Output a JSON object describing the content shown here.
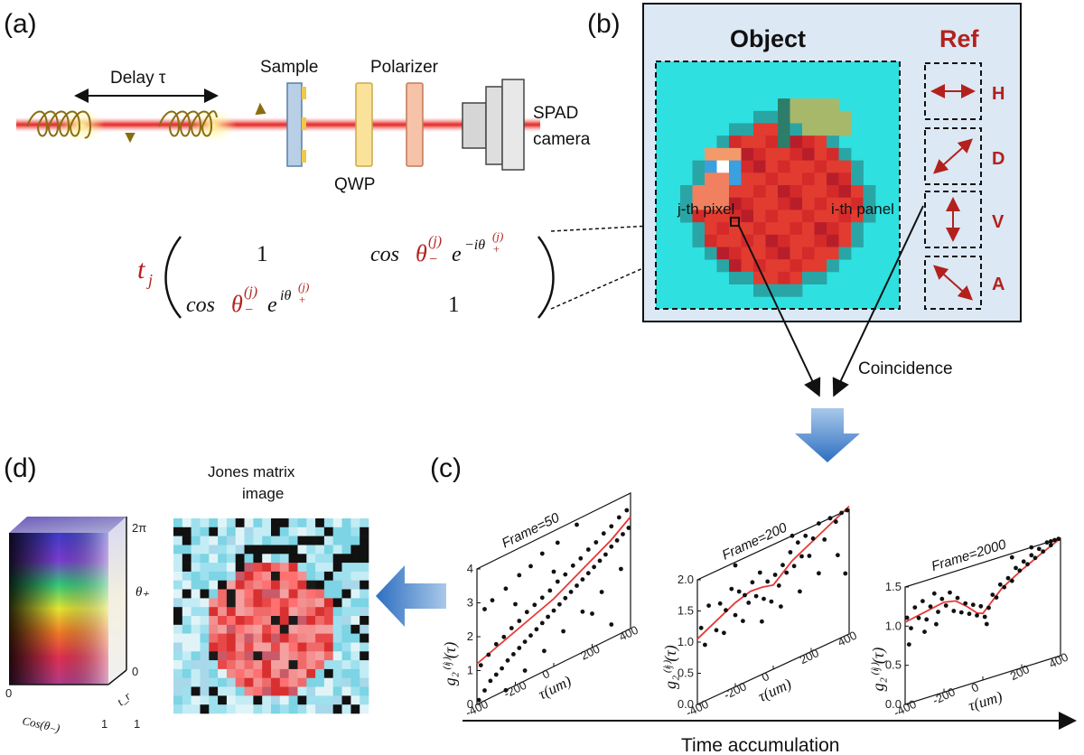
{
  "labels": {
    "a": "(a)",
    "b": "(b)",
    "c": "(c)",
    "d": "(d)"
  },
  "setup": {
    "delay": "Delay τ",
    "sample": "Sample",
    "polarizer": "Polarizer",
    "qwp": "QWP",
    "spad_line1": "SPAD",
    "spad_line2": "camera"
  },
  "matrix": {
    "tj": "t",
    "tj_sub": "j",
    "m11": "1",
    "m12_a": "cos θ",
    "m12_sub": "−",
    "m12_sup": "(j)",
    "m12_exp": "−iθ",
    "m12_exp_sub": "+",
    "m12_exp_sup": "(j)",
    "m21_a": "cos θ",
    "m21_exp": "iθ",
    "m22": "1"
  },
  "panel_b": {
    "object": "Object",
    "ref": "Ref",
    "ref_items": [
      "H",
      "D",
      "V",
      "A"
    ],
    "jpixel": "j-th pixel",
    "ipanel": "i-th panel",
    "coincidence": "Coincidence"
  },
  "panel_d": {
    "jones_line1": "Jones matrix",
    "jones_line2": "image",
    "top_val": "2π",
    "theta_plus": "θ₊",
    "zero_right": "0",
    "axis_zero": "0",
    "axis_one_left": "1",
    "axis_one_right": "1",
    "cos_label": "Cos(θ₋)",
    "t_label": "t_r"
  },
  "time_axis": "Time accumulation",
  "chart_data": [
    {
      "type": "scatter",
      "title": "Frame=50",
      "xlabel": "τ(um)",
      "ylabel": "g₂⁽ⁱʲ⁾(τ)",
      "xlim": [
        -400,
        400
      ],
      "ylim": [
        0,
        4
      ],
      "xticks": [
        "-400",
        "-200",
        "0",
        "200",
        "400"
      ],
      "yticks": [
        "0",
        "1",
        "2",
        "3",
        "4"
      ],
      "fit": [
        [
          -400,
          1.2
        ],
        [
          -300,
          1.4
        ],
        [
          -200,
          1.6
        ],
        [
          -100,
          1.8
        ],
        [
          0,
          2.0
        ],
        [
          100,
          2.3
        ],
        [
          200,
          2.6
        ],
        [
          300,
          2.9
        ],
        [
          400,
          3.3
        ]
      ],
      "points": [
        [
          -390,
          0.1
        ],
        [
          -360,
          0.3
        ],
        [
          -330,
          0.5
        ],
        [
          -300,
          0.6
        ],
        [
          -270,
          0.7
        ],
        [
          -240,
          0.85
        ],
        [
          -210,
          0.95
        ],
        [
          -180,
          1.05
        ],
        [
          -150,
          1.15
        ],
        [
          -120,
          1.25
        ],
        [
          -90,
          1.35
        ],
        [
          -60,
          1.45
        ],
        [
          -30,
          1.55
        ],
        [
          0,
          1.65
        ],
        [
          30,
          1.75
        ],
        [
          60,
          1.85
        ],
        [
          90,
          1.95
        ],
        [
          120,
          2.05
        ],
        [
          150,
          2.15
        ],
        [
          180,
          2.25
        ],
        [
          210,
          2.35
        ],
        [
          240,
          2.45
        ],
        [
          270,
          2.55
        ],
        [
          300,
          2.7
        ],
        [
          330,
          2.8
        ],
        [
          360,
          2.9
        ],
        [
          390,
          3.0
        ],
        [
          -380,
          1.1
        ],
        [
          -340,
          1.3
        ],
        [
          -300,
          1.5
        ],
        [
          -260,
          1.6
        ],
        [
          -220,
          1.75
        ],
        [
          -180,
          1.85
        ],
        [
          -140,
          2.0
        ],
        [
          -100,
          2.1
        ],
        [
          -60,
          2.2
        ],
        [
          -20,
          2.3
        ],
        [
          20,
          2.45
        ],
        [
          60,
          2.55
        ],
        [
          100,
          2.7
        ],
        [
          140,
          2.8
        ],
        [
          180,
          2.95
        ],
        [
          220,
          3.05
        ],
        [
          260,
          3.2
        ],
        [
          300,
          3.3
        ],
        [
          340,
          3.45
        ],
        [
          380,
          3.55
        ],
        [
          -360,
          2.7
        ],
        [
          -320,
          2.85
        ],
        [
          -250,
          3.0
        ],
        [
          -180,
          3.2
        ],
        [
          -120,
          3.3
        ],
        [
          -60,
          3.5
        ],
        [
          20,
          3.6
        ],
        [
          120,
          3.85
        ],
        [
          -250,
          0.0
        ],
        [
          -150,
          0.3
        ],
        [
          -50,
          0.6
        ],
        [
          50,
          0.9
        ],
        [
          150,
          1.2
        ],
        [
          250,
          1.5
        ],
        [
          350,
          1.9
        ],
        [
          -200,
          2.4
        ],
        [
          0,
          2.8
        ],
        [
          200,
          1.0
        ],
        [
          300,
          0.4
        ]
      ]
    },
    {
      "type": "scatter",
      "title": "Frame=200",
      "xlabel": "τ(um)",
      "ylabel": "g₂⁽ⁱʲ⁾(τ)",
      "xlim": [
        -400,
        400
      ],
      "ylim": [
        0,
        2.0
      ],
      "xticks": [
        "-400",
        "-200",
        "0",
        "200",
        "400"
      ],
      "yticks": [
        "0.0",
        "0.5",
        "1.0",
        "1.5",
        "2.0"
      ],
      "fit": [
        [
          -400,
          1.05
        ],
        [
          -300,
          1.2
        ],
        [
          -200,
          1.35
        ],
        [
          -120,
          1.42
        ],
        [
          -60,
          1.4
        ],
        [
          0,
          1.35
        ],
        [
          40,
          1.45
        ],
        [
          100,
          1.6
        ],
        [
          200,
          1.75
        ],
        [
          300,
          1.9
        ],
        [
          400,
          2.05
        ]
      ],
      "points": [
        [
          -380,
          1.2
        ],
        [
          -340,
          1.5
        ],
        [
          -300,
          1.05
        ],
        [
          -280,
          1.45
        ],
        [
          -250,
          1.3
        ],
        [
          -220,
          1.6
        ],
        [
          -200,
          1.15
        ],
        [
          -180,
          1.5
        ],
        [
          -150,
          1.4
        ],
        [
          -130,
          1.25
        ],
        [
          -110,
          1.55
        ],
        [
          -90,
          1.3
        ],
        [
          -70,
          1.65
        ],
        [
          -50,
          1.2
        ],
        [
          -30,
          1.45
        ],
        [
          -10,
          1.1
        ],
        [
          10,
          1.5
        ],
        [
          30,
          1.3
        ],
        [
          50,
          1.6
        ],
        [
          70,
          1.45
        ],
        [
          90,
          1.75
        ],
        [
          110,
          1.5
        ],
        [
          130,
          1.85
        ],
        [
          150,
          1.6
        ],
        [
          170,
          1.9
        ],
        [
          190,
          1.55
        ],
        [
          210,
          1.8
        ],
        [
          240,
          2.0
        ],
        [
          270,
          1.7
        ],
        [
          300,
          2.05
        ],
        [
          330,
          1.9
        ],
        [
          360,
          2.2
        ],
        [
          390,
          2.15
        ],
        [
          -360,
          0.9
        ],
        [
          -260,
          0.95
        ],
        [
          -160,
          1.0
        ],
        [
          -60,
          0.85
        ],
        [
          40,
          0.95
        ],
        [
          140,
          1.05
        ],
        [
          240,
          1.2
        ],
        [
          340,
          1.35
        ],
        [
          380,
          1.0
        ],
        [
          -200,
          1.95
        ],
        [
          100,
          2.3
        ],
        [
          300,
          2.5
        ]
      ]
    },
    {
      "type": "scatter",
      "title": "Frame=2000",
      "xlabel": "τ(um)",
      "ylabel": "g₂⁽ⁱʲ⁾(τ)",
      "xlim": [
        -400,
        400
      ],
      "ylim": [
        0,
        1.5
      ],
      "xticks": [
        "-400",
        "-200",
        "0",
        "200",
        "400"
      ],
      "yticks": [
        "0.0",
        "0.5",
        "1.0",
        "1.5"
      ],
      "fit": [
        [
          -400,
          1.05
        ],
        [
          -300,
          1.1
        ],
        [
          -200,
          1.15
        ],
        [
          -140,
          1.12
        ],
        [
          -80,
          1.0
        ],
        [
          -30,
          0.88
        ],
        [
          0,
          0.85
        ],
        [
          40,
          0.95
        ],
        [
          100,
          1.1
        ],
        [
          200,
          1.25
        ],
        [
          300,
          1.38
        ],
        [
          400,
          1.5
        ]
      ],
      "points": [
        [
          -390,
          1.1
        ],
        [
          -370,
          0.95
        ],
        [
          -350,
          1.2
        ],
        [
          -330,
          1.05
        ],
        [
          -310,
          1.25
        ],
        [
          -290,
          1.0
        ],
        [
          -270,
          1.15
        ],
        [
          -250,
          1.3
        ],
        [
          -230,
          1.05
        ],
        [
          -210,
          1.2
        ],
        [
          -190,
          1.1
        ],
        [
          -170,
          1.25
        ],
        [
          -150,
          1.0
        ],
        [
          -130,
          1.15
        ],
        [
          -110,
          0.95
        ],
        [
          -90,
          1.05
        ],
        [
          -70,
          0.9
        ],
        [
          -50,
          1.0
        ],
        [
          -30,
          0.85
        ],
        [
          -10,
          0.95
        ],
        [
          10,
          0.8
        ],
        [
          30,
          0.9
        ],
        [
          50,
          1.05
        ],
        [
          70,
          1.0
        ],
        [
          90,
          1.15
        ],
        [
          110,
          1.1
        ],
        [
          130,
          1.2
        ],
        [
          150,
          1.15
        ],
        [
          170,
          1.3
        ],
        [
          190,
          1.25
        ],
        [
          210,
          1.35
        ],
        [
          230,
          1.3
        ],
        [
          250,
          1.4
        ],
        [
          270,
          1.35
        ],
        [
          290,
          1.45
        ],
        [
          310,
          1.4
        ],
        [
          330,
          1.5
        ],
        [
          350,
          1.45
        ],
        [
          370,
          1.55
        ],
        [
          390,
          1.5
        ],
        [
          -380,
          0.75
        ],
        [
          -300,
          0.85
        ],
        [
          -240,
          0.9
        ],
        [
          20,
          0.7
        ],
        [
          150,
          1.45
        ],
        [
          250,
          1.55
        ],
        [
          350,
          1.6
        ]
      ]
    }
  ],
  "colors": {
    "beam": "#e53935",
    "panel_bg": "#dce8f4",
    "accent_red": "#b3211d",
    "arrow_blue": "#3a7cc6"
  }
}
